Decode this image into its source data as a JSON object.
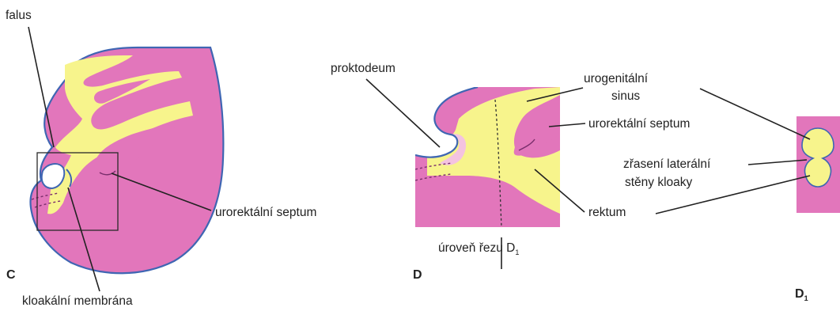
{
  "labels": {
    "falus": "falus",
    "urorektalni_septum_c": "urorektální septum",
    "kloakalni_membrana": "kloakální membrána",
    "proktodeum": "proktodeum",
    "urogenitalni_line1": "urogenitální",
    "urogenitalni_line2": "sinus",
    "urorektalni_septum_d": "urorektální septum",
    "rektum": "rektum",
    "uroven_rezu": "úroveň řezu D",
    "uroven_rezu_sub": "1",
    "zraseni_line1": "zřasení laterální",
    "zraseni_line2": "stěny kloaky"
  },
  "panels": {
    "c": "C",
    "d": "D",
    "d1": "D",
    "d1_sub": "1"
  },
  "colors": {
    "tissue_pink": "#e276bb",
    "endoderm_yellow": "#f7f48c",
    "ectoderm_light_pink": "#f4c3e0",
    "surface_blue": "#3f66b3"
  }
}
